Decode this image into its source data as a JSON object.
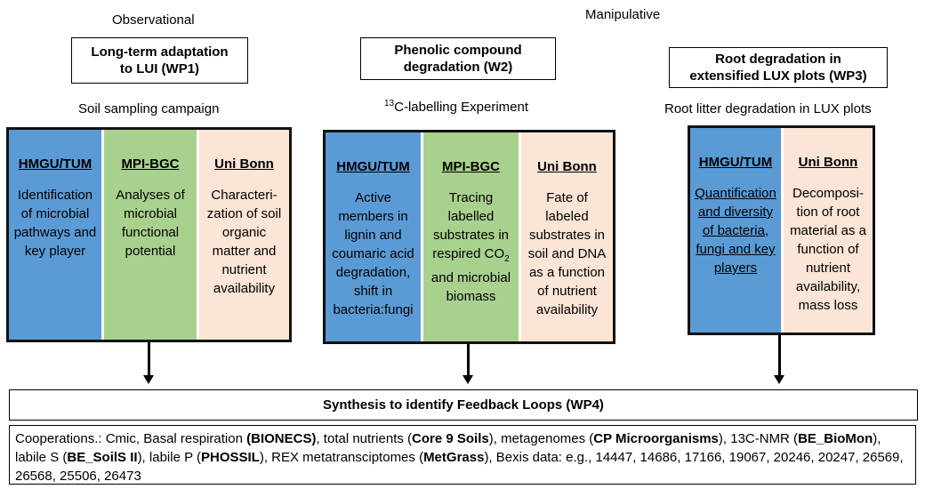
{
  "categories": {
    "observational": "Observational",
    "manipulative": "Manipulative"
  },
  "wp1": {
    "title_line1": "Long-term adaptation",
    "title_line2": "to LUI  (WP1)",
    "subtitle": "Soil sampling campaign",
    "columns": [
      {
        "head": "HMGU/TUM",
        "body": "Identification of microbial pathways and key player",
        "color": "#5b9bd5"
      },
      {
        "head": "MPI-BGC",
        "body": "Analyses of microbial functional potential",
        "color": "#a9d18e"
      },
      {
        "head": "Uni Bonn",
        "body": "Characteri-zation of soil organic matter and nutrient availability",
        "color": "#fbe5d6"
      }
    ]
  },
  "wp2": {
    "title_line1": "Phenolic compound",
    "title_line2": "degradation  (W2)",
    "subtitle_sup": "13",
    "subtitle_rest": "C-labelling Experiment",
    "columns": [
      {
        "head": "HMGU/TUM",
        "body": "Active members in lignin and coumaric acid degradation, shift in bacteria:fungi",
        "color": "#5b9bd5"
      },
      {
        "head": "MPI-BGC",
        "body_pre": "Tracing labelled substrates in respired CO",
        "body_sub": "2",
        "body_post": " and microbial biomass",
        "color": "#a9d18e"
      },
      {
        "head": "Uni Bonn",
        "body": "Fate of labeled substrates in soil and DNA as a function of nutrient availability",
        "color": "#fbe5d6"
      }
    ]
  },
  "wp3": {
    "title_line1": "Root degradation in",
    "title_line2": "extensified LUX plots (WP3)",
    "subtitle": "Root litter degradation in LUX plots",
    "columns": [
      {
        "head": "HMGU/TUM",
        "body": "Quantification and diversity of bacteria, fungi and key players",
        "color": "#5b9bd5"
      },
      {
        "head": "Uni Bonn",
        "body": "Decomposi-tion of root material as a function of nutrient availability, mass loss",
        "color": "#fbe5d6"
      }
    ]
  },
  "synthesis": "Synthesis to identify Feedback Loops (WP4)",
  "cooperations": {
    "t1": "Cooperations.: Cmic, Basal respiration ",
    "b1": "(BIONECS)",
    "t2": ", total  nutrients (",
    "b2": "Core 9 Soils",
    "t3": "), metagenomes (",
    "b3": "CP Microorganisms",
    "t4": "), 13C-NMR (",
    "b4": "BE_BioMon",
    "t5": "), labile S (",
    "b5": "BE_SoilS II",
    "t6": "), labile P (",
    "b6": "PHOSSIL",
    "t7": "), REX metatransciptomes (",
    "b7": "MetGrass",
    "t8": "), Bexis data: e.g., 14447, 14686, 17166, 19067, 20246, 20247, 26569, 26568, 25506, 26473"
  }
}
